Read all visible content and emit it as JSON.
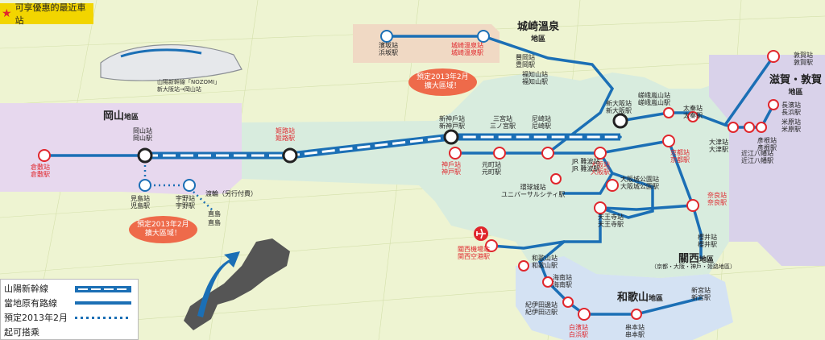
{
  "legend_top": {
    "star_icon": "star-icon",
    "label": "可享優惠的最近車站"
  },
  "train_caption": {
    "line1": "山陽新幹線「NOZOMI」",
    "line2": "新大阪站→岡山站"
  },
  "regions": {
    "okayama": {
      "title": "岡山",
      "suffix": "地區"
    },
    "kinosaki": {
      "title": "城崎溫泉",
      "suffix": "地區"
    },
    "shiga": {
      "title": "滋賀・敦賀",
      "suffix": "地區"
    },
    "kansai": {
      "title": "關西",
      "suffix": "地區",
      "sub": "（京都・大阪・神戶・姬路地區）"
    },
    "wakayama": {
      "title": "和歌山",
      "suffix": "地區"
    }
  },
  "bubbles": [
    {
      "line1": "預定2013年2月",
      "line2": "擴大區域！"
    },
    {
      "line1": "預定2013年2月",
      "line2": "擴大區域！"
    }
  ],
  "stations": [
    {
      "l1": "倉敷站",
      "l2": "倉敷駅",
      "red": true
    },
    {
      "l1": "岡山站",
      "l2": "岡山駅",
      "red": false
    },
    {
      "l1": "姬路站",
      "l2": "姬路駅",
      "red": true
    },
    {
      "l1": "新神戶站",
      "l2": "新神戸駅",
      "red": false
    },
    {
      "l1": "三宮站",
      "l2": "三ノ宮駅",
      "red": false
    },
    {
      "l1": "尼崎站",
      "l2": "尼崎駅",
      "red": false
    },
    {
      "l1": "新大阪站",
      "l2": "新大阪駅",
      "red": false
    },
    {
      "l1": "神戶站",
      "l2": "神戸駅",
      "red": true
    },
    {
      "l1": "元町站",
      "l2": "元町駅",
      "red": false
    },
    {
      "l1": "大阪站",
      "l2": "大阪駅",
      "red": true
    },
    {
      "l1": "JR 難波站",
      "l2": "JR 難波駅",
      "red": false
    },
    {
      "l1": "環球城站",
      "l2": "ユニバーサルシティ駅",
      "red": false
    },
    {
      "l1": "大阪城公園站",
      "l2": "大阪城公園駅",
      "red": false
    },
    {
      "l1": "天王寺站",
      "l2": "天王寺駅",
      "red": false
    },
    {
      "l1": "奈良站",
      "l2": "奈良駅",
      "red": true
    },
    {
      "l1": "櫻井站",
      "l2": "櫻井駅",
      "red": false
    },
    {
      "l1": "關西機場站",
      "l2": "関西空港駅",
      "red": true
    },
    {
      "l1": "和歌山站",
      "l2": "和歌山駅",
      "red": false
    },
    {
      "l1": "海南站",
      "l2": "海南駅",
      "red": false
    },
    {
      "l1": "紀伊田邊站",
      "l2": "紀伊田辺駅",
      "red": false
    },
    {
      "l1": "白濱站",
      "l2": "白浜駅",
      "red": true
    },
    {
      "l1": "串本站",
      "l2": "串本駅",
      "red": false
    },
    {
      "l1": "新宮站",
      "l2": "新宮駅",
      "red": false
    },
    {
      "l1": "京都站",
      "l2": "京都駅",
      "red": true
    },
    {
      "l1": "嵯峨嵐山站",
      "l2": "嵯峨嵐山駅",
      "red": false
    },
    {
      "l1": "太秦站",
      "l2": "太秦駅",
      "red": false
    },
    {
      "l1": "大津站",
      "l2": "大津駅",
      "red": false
    },
    {
      "l1": "彥根站",
      "l2": "彥根駅",
      "red": false
    },
    {
      "l1": "近江八幡站",
      "l2": "近江八幡駅",
      "red": false
    },
    {
      "l1": "長濱站",
      "l2": "長浜駅",
      "red": false
    },
    {
      "l1": "米原站",
      "l2": "米原駅",
      "red": false
    },
    {
      "l1": "敦賀站",
      "l2": "敦賀駅",
      "red": false
    },
    {
      "l1": "城崎溫泉站",
      "l2": "城崎溫泉駅",
      "red": true
    },
    {
      "l1": "濱坂站",
      "l2": "浜坂駅",
      "red": false
    },
    {
      "l1": "豐岡站",
      "l2": "豊岡駅",
      "red": false
    },
    {
      "l1": "福知山站",
      "l2": "福知山駅",
      "red": false
    },
    {
      "l1": "見島站",
      "l2": "児島駅",
      "red": false
    },
    {
      "l1": "宇野站",
      "l2": "宇野駅",
      "red": false
    }
  ],
  "ferry_label": "渡輪（另行付費）",
  "naoshima": {
    "l1": "直島",
    "l2": "直島"
  },
  "legend": [
    {
      "label": "山陽新幹線"
    },
    {
      "label": "當地原有路線"
    },
    {
      "label": "預定2013年2月"
    },
    {
      "label": "起可搭乘"
    }
  ],
  "colors": {
    "line": "#1b6fb5",
    "star": "#e0262c",
    "region_okayama": "#e7d8ee",
    "region_kansai": "#d8ecde",
    "region_shiga": "#d9d2ea",
    "region_wakayama": "#d4e2f3",
    "kinosaki": "#f0d9c4",
    "bubble": "#ee6a4a"
  }
}
